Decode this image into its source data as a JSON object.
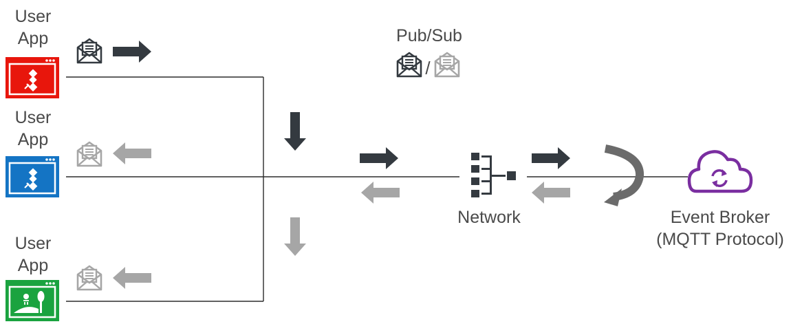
{
  "colors": {
    "dark": "#343a40",
    "light": "#a6a6a6",
    "line": "#2b2b2b",
    "app_red": "#e8160c",
    "app_blue": "#1474c4",
    "app_green": "#1aa33f",
    "broker": "#7a2ea0",
    "curve": "#6b6b6b"
  },
  "apps": [
    {
      "label_line1": "User",
      "label_line2": "App",
      "color": "#e8160c",
      "icon": "satellite-icon"
    },
    {
      "label_line1": "User",
      "label_line2": "App",
      "color": "#1474c4",
      "icon": "satellite-icon"
    },
    {
      "label_line1": "User",
      "label_line2": "App",
      "color": "#1aa33f",
      "icon": "landscape-icon"
    }
  ],
  "pubsub": {
    "label": "Pub/Sub",
    "separator": "/"
  },
  "network": {
    "label": "Network",
    "icon": "network-icon"
  },
  "broker": {
    "line1": "Event Broker",
    "line2": "(MQTT Protocol)",
    "icon": "cloud-sync-icon"
  }
}
